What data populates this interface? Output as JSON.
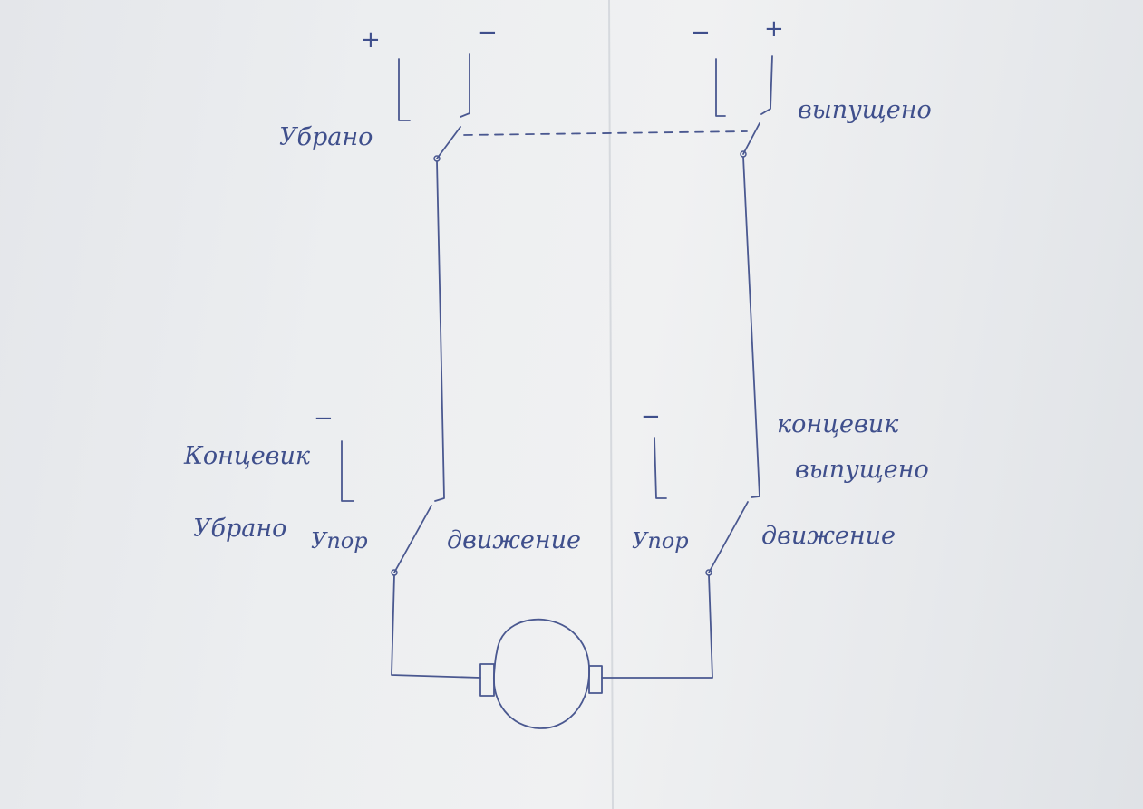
{
  "main_switch": {
    "left_plus": "+",
    "left_minus": "−",
    "right_minus": "−",
    "right_plus": "+",
    "label_retracted": "Убрано",
    "label_extended": "выпущено"
  },
  "limit_switch_retracted": {
    "minus": "−",
    "title_line1": "Концевик",
    "title_line2": "Убрано",
    "stop_label": "Упор",
    "motion_label": "движение"
  },
  "limit_switch_extended": {
    "minus": "−",
    "title_line1": "концевик",
    "title_line2": "выпущено",
    "stop_label": "Упор",
    "motion_label": "движение"
  },
  "colors": {
    "ink": "#4a5890",
    "paper": "#eceef0"
  }
}
